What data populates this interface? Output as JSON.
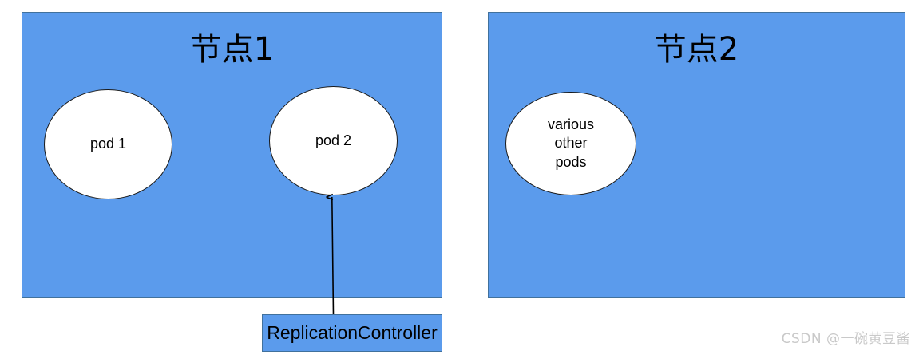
{
  "diagram": {
    "type": "kubernetes-node-pod-diagram",
    "colors": {
      "node_fill": "#5B9BEC",
      "node_border": "#41719C",
      "pod_fill": "#FFFFFF",
      "pod_border": "#1A1A1A",
      "arrow": "#000000",
      "watermark_text": "#C9C9C9",
      "background": "#FFFFFF"
    },
    "nodes": [
      {
        "id": "node1",
        "title": "节点1",
        "pods": [
          {
            "id": "pod1",
            "label": "pod 1"
          },
          {
            "id": "pod2",
            "label": "pod 2"
          }
        ]
      },
      {
        "id": "node2",
        "title": "节点2",
        "pods": [
          {
            "id": "pods-other",
            "label": "various\nother\npods"
          }
        ]
      }
    ],
    "controller": {
      "label": "ReplicationController",
      "points_to": "pod 2"
    },
    "watermark": "CSDN @一碗黄豆酱"
  }
}
